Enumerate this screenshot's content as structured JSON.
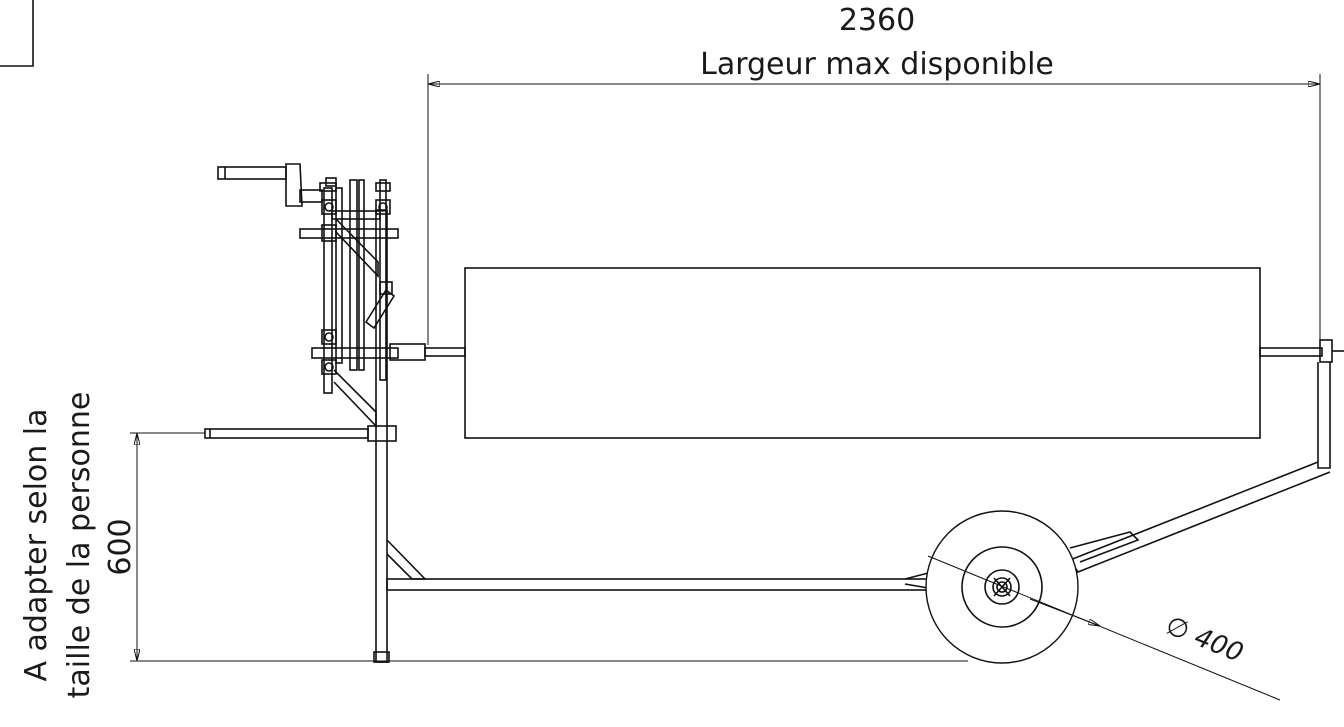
{
  "drawing": {
    "width_dimension": {
      "value": "2360",
      "label": "Largeur max disponible"
    },
    "height_dimension": {
      "value": "600",
      "note_line1": "A adapter selon la",
      "note_line2": "taille de la personne"
    },
    "wheel_dimension": {
      "value": "∅ 400"
    }
  }
}
